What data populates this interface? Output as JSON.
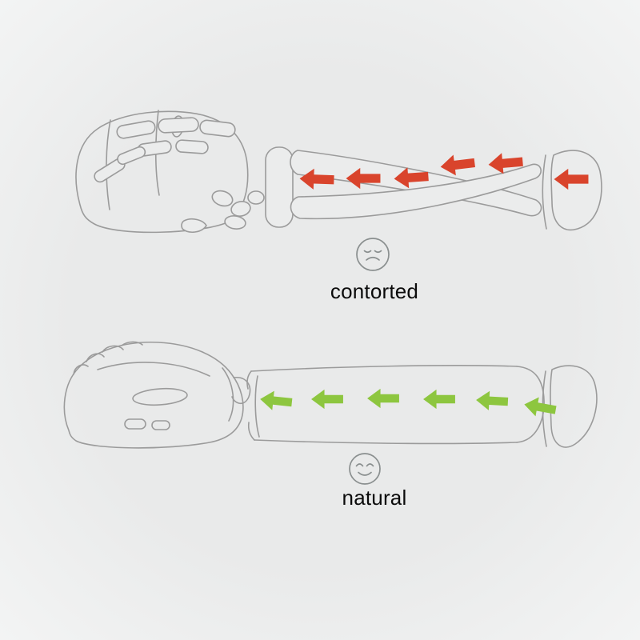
{
  "page": {
    "background": "#ebecec",
    "line_color": "#9b9b9b",
    "text_color": "#0b0b0b"
  },
  "sections": [
    {
      "id": "contorted",
      "label": "contorted",
      "face": "sad-face",
      "arrow_color": "#d9442c",
      "arrow_direction": "left",
      "arrow_count": 6,
      "alt": "skeletal hand and twisted forearm bones on a standard horizontal mouse"
    },
    {
      "id": "natural",
      "label": "natural",
      "face": "happy-face",
      "arrow_color": "#8dc63f",
      "arrow_direction": "left",
      "arrow_count": 6,
      "alt": "hand resting on a vertical ergonomic mouse with straight relaxed forearm"
    }
  ]
}
